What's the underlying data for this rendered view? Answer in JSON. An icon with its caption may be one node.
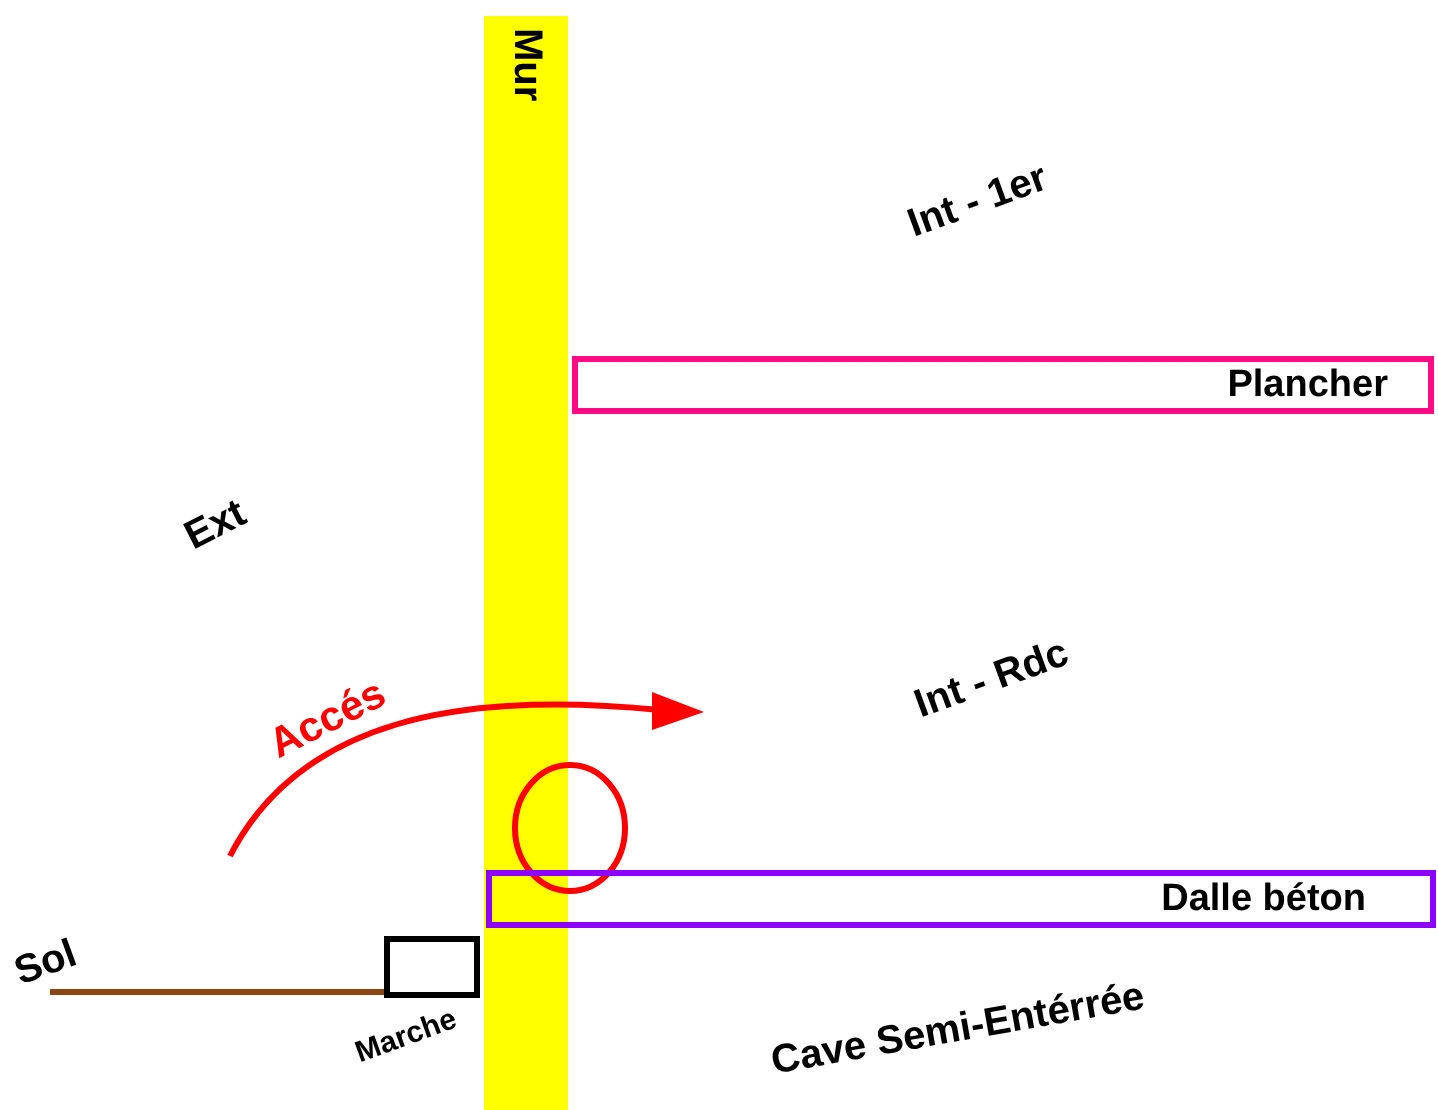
{
  "diagram": {
    "nodes": [
      {
        "text": [
          "Mur"
        ]
      },
      {
        "text": [
          "Plancher"
        ]
      },
      {
        "text": [],
        "shape": "circle"
      },
      {
        "text": [
          "Dalle béton"
        ]
      },
      {
        "text": [],
        "shape": "box",
        "beside": [
          "Marche"
        ]
      }
    ],
    "labels": [
      "Int - 1er",
      "Ext",
      "Accés",
      "Int - Rdc",
      "Sol",
      "Cave Semi-Entérrée"
    ]
  }
}
